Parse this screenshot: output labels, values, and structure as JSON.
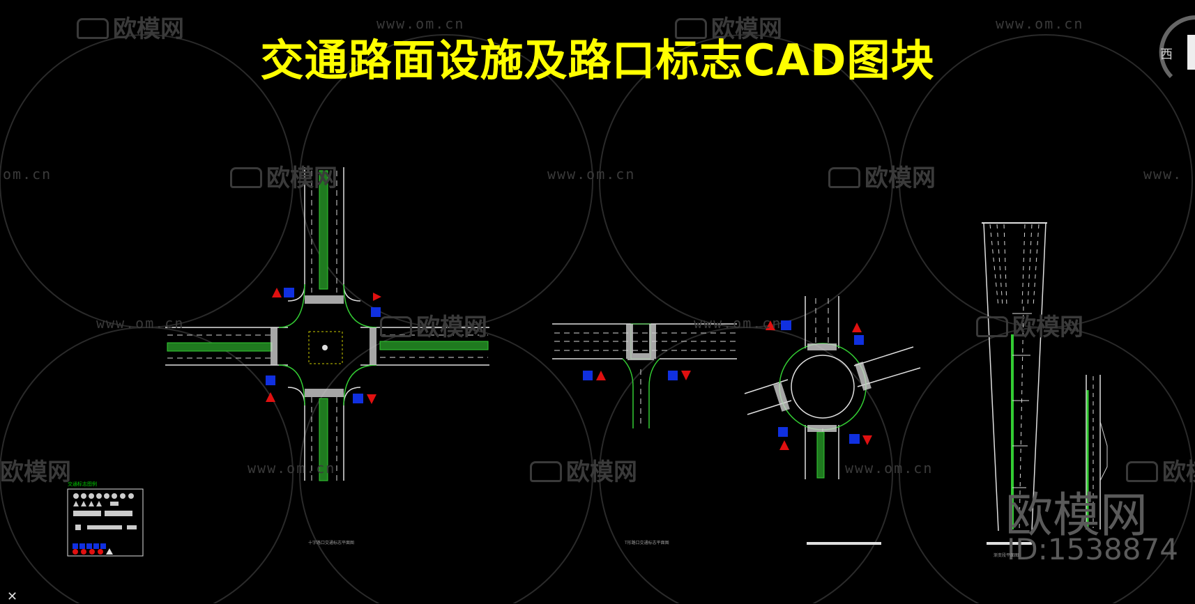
{
  "title": "交通路面设施及路口标志CAD图块",
  "watermark": {
    "brand": "欧模网",
    "url": "www.om.cn",
    "url_partial_left": "om.cn",
    "url_partial_right": "www.",
    "brand_partial_left": "欧模网",
    "big_text": "欧模网",
    "id_text": "ID:1538874"
  },
  "compass": {
    "west_label": "西"
  },
  "drawings": [
    {
      "name": "four-way-intersection",
      "caption": "十字路口交通标志平面图"
    },
    {
      "name": "t-intersection",
      "caption": "T形路口交通标志平面图"
    },
    {
      "name": "roundabout",
      "caption": ""
    },
    {
      "name": "lane-taper",
      "caption": "渐变段平面图"
    }
  ],
  "legend": {
    "title": "交通标志图例"
  },
  "colors": {
    "background": "#000000",
    "title": "#ffff00",
    "road_line": "#e0e0e0",
    "median": "#1f7a1f",
    "curb": "#33cc33",
    "sign_blue": "#1030e0",
    "sign_red": "#e01010"
  },
  "icons": {
    "ucs": "ucs-cross-icon"
  }
}
